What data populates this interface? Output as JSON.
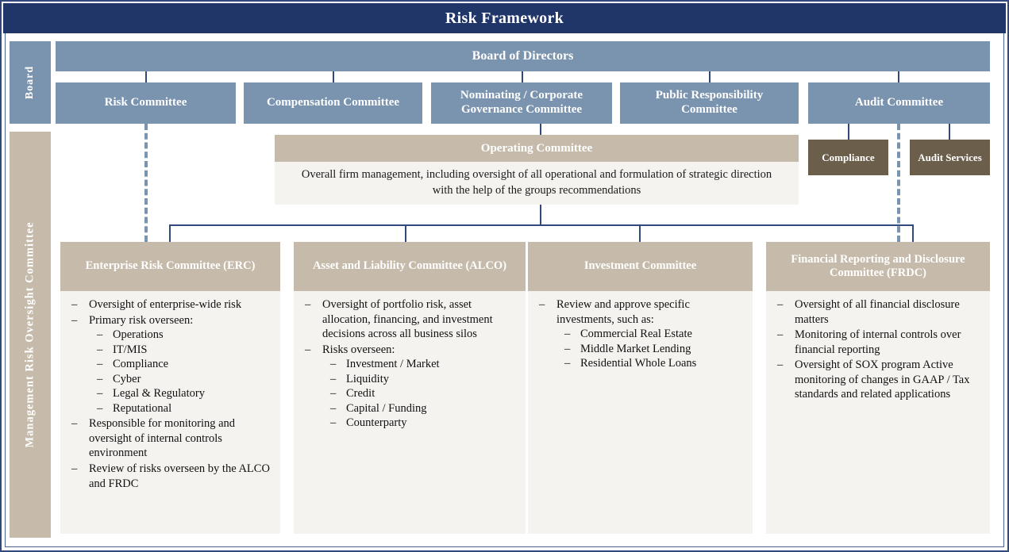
{
  "title": "Risk Framework",
  "sidebars": {
    "board": "Board",
    "management": "Management Risk Oversight Committee"
  },
  "board_row": {
    "board_of_directors": "Board of Directors",
    "committees": [
      {
        "label": "Risk Committee"
      },
      {
        "label": "Compensation Committee"
      },
      {
        "label": "Nominating /  Corporate Governance  Committee"
      },
      {
        "label": "Public Responsibility Committee"
      },
      {
        "label": "Audit Committee"
      }
    ]
  },
  "audit_children": [
    {
      "label": "Compliance"
    },
    {
      "label": "Audit Services"
    }
  ],
  "operating_committee": {
    "title": "Operating Committee",
    "description": "Overall firm management, including oversight of all operational and formulation of strategic direction with the help of the groups recommendations"
  },
  "committees": [
    {
      "title": "Enterprise Risk Committee (ERC)",
      "items": [
        {
          "text": "Oversight of enterprise-wide risk"
        },
        {
          "text": "Primary risk overseen:",
          "sub": [
            "Operations",
            "IT/MIS",
            "Compliance",
            "Cyber",
            "Legal & Regulatory",
            "Reputational"
          ]
        },
        {
          "text": "Responsible for monitoring and oversight of internal controls environment"
        },
        {
          "text": "Review of risks overseen by the ALCO and FRDC"
        }
      ]
    },
    {
      "title": "Asset and Liability Committee (ALCO)",
      "items": [
        {
          "text": "Oversight of portfolio risk, asset allocation, financing, and investment decisions across all business silos"
        },
        {
          "text": "Risks overseen:",
          "sub": [
            "Investment / Market",
            "Liquidity",
            "Credit",
            "Capital / Funding",
            "Counterparty"
          ]
        }
      ]
    },
    {
      "title": "Investment Committee",
      "items": [
        {
          "text": "Review and approve specific investments, such as:",
          "sub": [
            "Commercial Real Estate",
            "Middle Market Lending",
            "Residential Whole Loans"
          ]
        }
      ]
    },
    {
      "title": "Financial Reporting and Disclosure Committee (FRDC)",
      "items": [
        {
          "text": "Oversight of all financial disclosure matters"
        },
        {
          "text": "Monitoring of internal controls over financial reporting"
        },
        {
          "text": "Oversight of SOX program Active monitoring of changes in GAAP / Tax standards and related applications"
        }
      ]
    }
  ],
  "colors": {
    "title_navy": "#203568",
    "box_blue": "#7a93ae",
    "header_tan": "#c6bbaa",
    "body_cream": "#f5f3ef",
    "accent_brown": "#6b5f4b",
    "connector": "#32497e"
  }
}
